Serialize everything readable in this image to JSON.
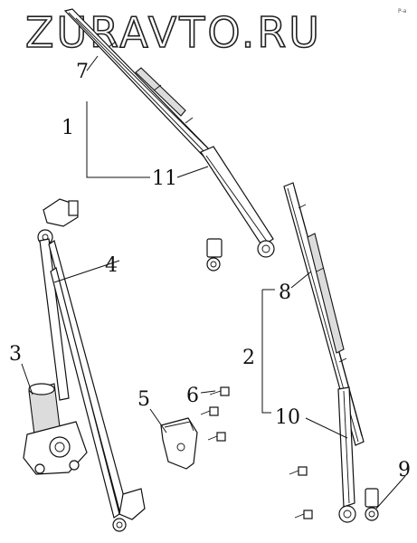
{
  "watermark": "ZURAVTO.RU",
  "corner_mark": "P-a",
  "callouts": {
    "c1": "1",
    "c2": "2",
    "c3": "3",
    "c4": "4",
    "c5": "5",
    "c6": "6",
    "c7": "7",
    "c8": "8",
    "c9": "9",
    "c10": "10",
    "c11": "11"
  }
}
